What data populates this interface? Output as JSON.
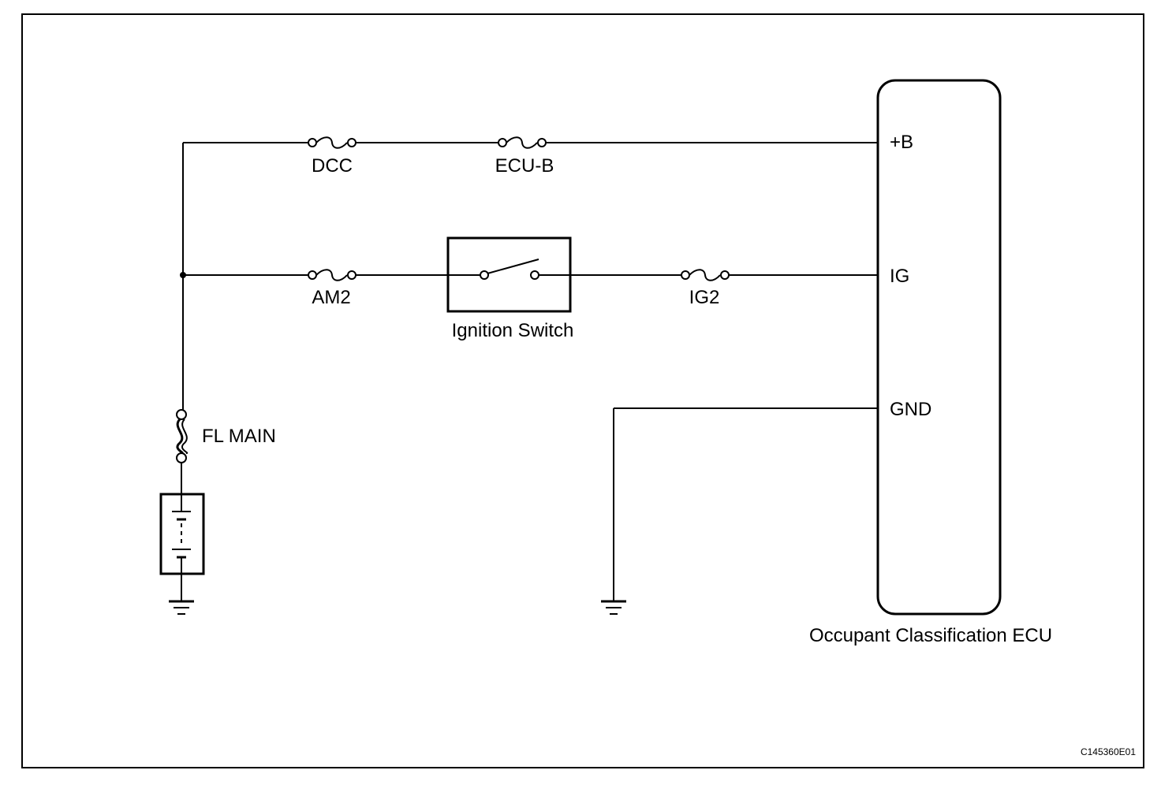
{
  "fuses": {
    "dcc": "DCC",
    "ecu_b": "ECU-B",
    "am2": "AM2",
    "ig2": "IG2",
    "fl_main": "FL MAIN"
  },
  "ignition_switch": {
    "label": "Ignition Switch"
  },
  "ecu": {
    "label": "Occupant Classification ECU",
    "pins": {
      "b": "+B",
      "ig": "IG",
      "gnd": "GND"
    }
  },
  "figure_code": "C145360E01"
}
